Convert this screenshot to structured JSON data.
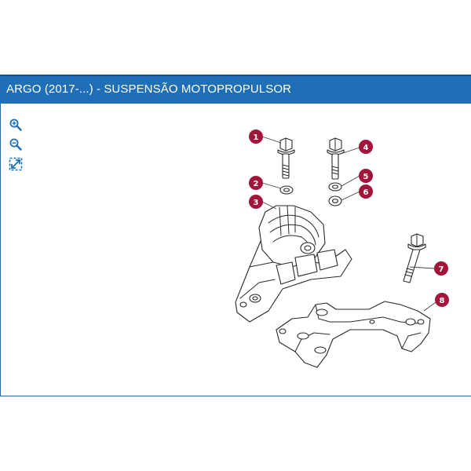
{
  "header": {
    "title": "ARGO (2017-...) - SUSPENSÃO MOTOPROPULSOR"
  },
  "toolbar": {
    "tools": [
      "zoom-in-icon",
      "zoom-out-icon",
      "fit-to-screen-icon"
    ]
  },
  "colors": {
    "header_bg": "#1e6fb7",
    "callout": "#a3143a"
  },
  "callouts": [
    {
      "label": "1"
    },
    {
      "label": "2"
    },
    {
      "label": "3"
    },
    {
      "label": "4"
    },
    {
      "label": "5"
    },
    {
      "label": "6"
    },
    {
      "label": "7"
    },
    {
      "label": "8"
    }
  ]
}
